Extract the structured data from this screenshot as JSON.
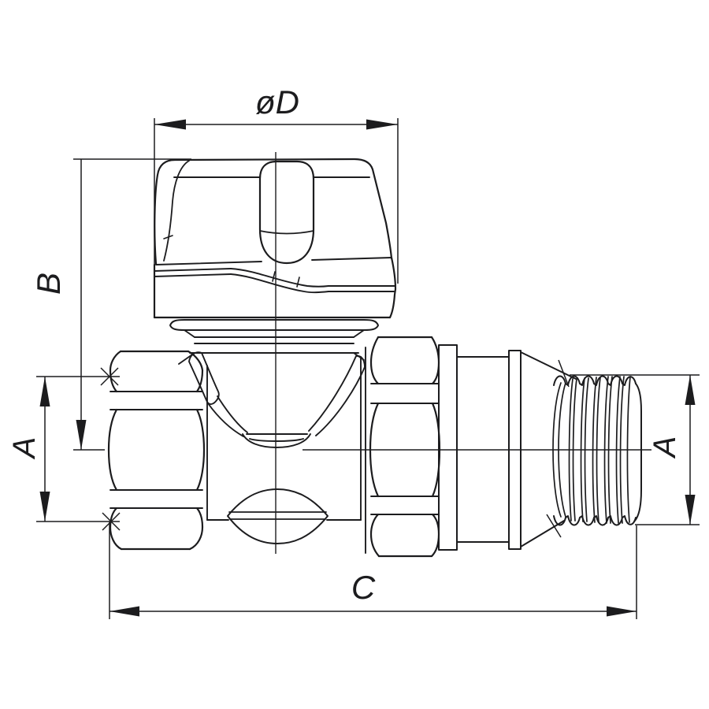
{
  "document": {
    "type": "technical-dimension-drawing",
    "subject": "Straight radiator valve with thermostatic handle, union nut and external pipe thread"
  },
  "colors": {
    "line": "#1c1c1e",
    "background": "#ffffff"
  },
  "dimension_labels": {
    "top_diameter": "øD",
    "left_height": "B",
    "left_port": "A",
    "right_port": "A",
    "bottom_length": "C"
  }
}
